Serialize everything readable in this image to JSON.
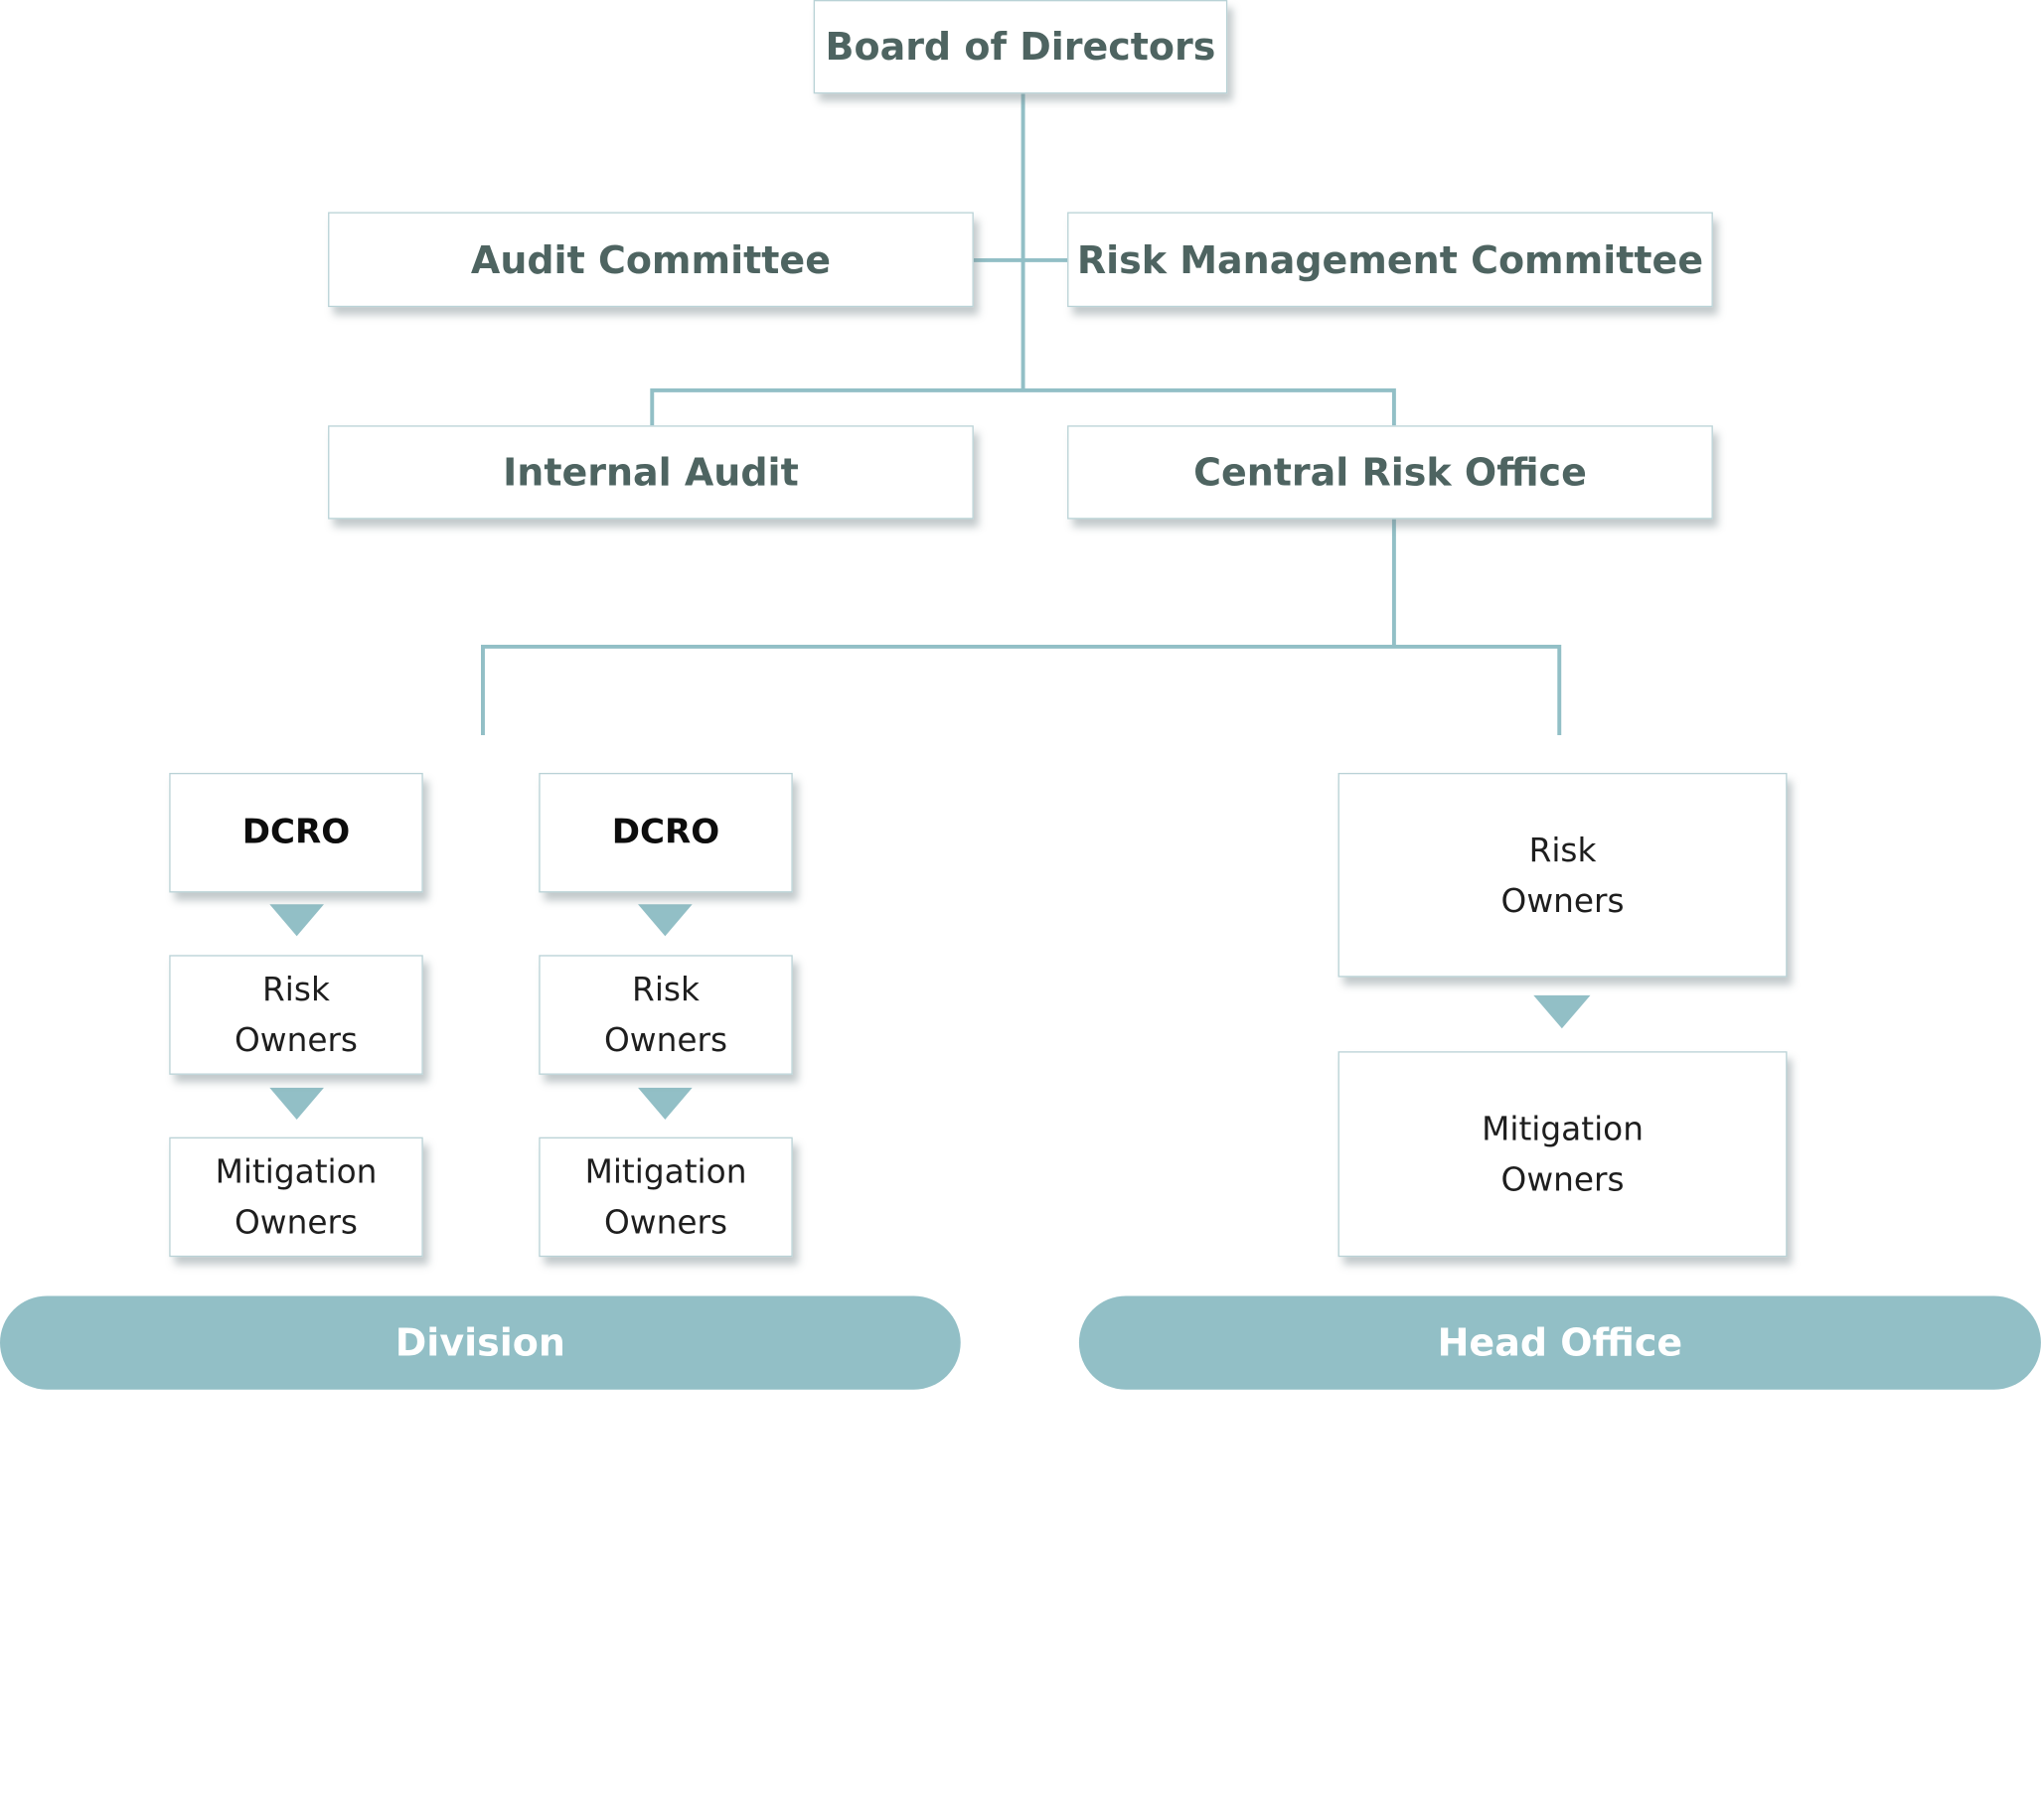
{
  "colors": {
    "connector": "#92bfc6",
    "box_border": "#b9d2d6",
    "heading_text": "#4e6461",
    "band_fill": "#92bfc6",
    "band_text": "#ffffff"
  },
  "nodes": {
    "board": "Board of Directors",
    "audit_committee": "Audit Committee",
    "risk_committee": "Risk Management Committee",
    "internal_audit": "Internal Audit",
    "central_risk": "Central Risk Office",
    "division_1": {
      "dcro": "DCRO",
      "risk_owners": "Risk\nOwners",
      "mitigation_owners": "Mitigation\nOwners"
    },
    "division_2": {
      "dcro": "DCRO",
      "risk_owners": "Risk\nOwners",
      "mitigation_owners": "Mitigation\nOwners"
    },
    "head_office": {
      "risk_owners": "Risk\nOwners",
      "mitigation_owners": "Mitigation\nOwners"
    }
  },
  "bands": {
    "division": "Division",
    "head_office": "Head Office"
  }
}
